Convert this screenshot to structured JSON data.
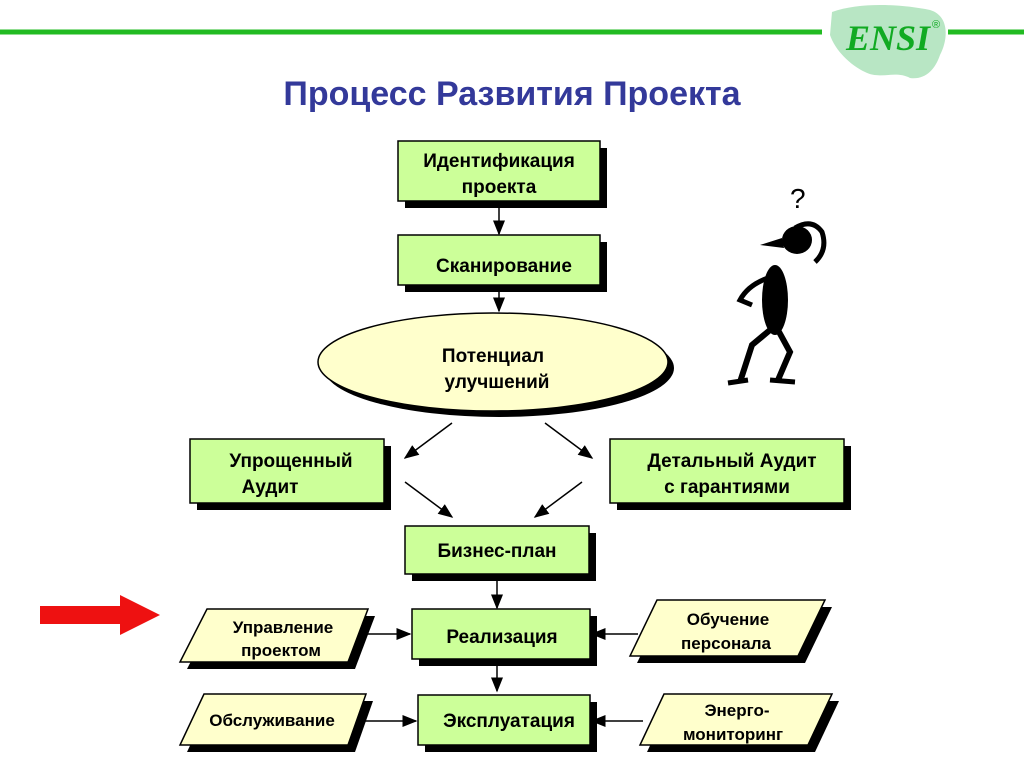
{
  "logo": {
    "text": "ENSI",
    "mark": "®"
  },
  "title": "Процесс Развития Проекта",
  "colors": {
    "green_line": "#22bb22",
    "box_green": "#ccff99",
    "box_yellow": "#ffffcc",
    "title_blue": "#33399a",
    "arrow_red": "#ee1111"
  },
  "nodes": {
    "identification": [
      "Идентификация",
      "проекта"
    ],
    "scanning": "Сканирование",
    "potential": [
      "Потенциал",
      "улучшений"
    ],
    "simple_audit": [
      "Упрощенный",
      "Аудит"
    ],
    "detailed_audit": [
      "Детальный Аудит",
      "с гарантиями"
    ],
    "business_plan": "Бизнес-план",
    "realization": "Реализация",
    "exploitation": "Эксплуатация",
    "project_management": [
      "Управление",
      "проектом"
    ],
    "maintenance": "Обслуживание",
    "training": [
      "Обучение",
      "персонала"
    ],
    "energy_monitoring": [
      "Энерго-",
      "мониторинг"
    ]
  },
  "figure": {
    "question_mark": "?"
  }
}
